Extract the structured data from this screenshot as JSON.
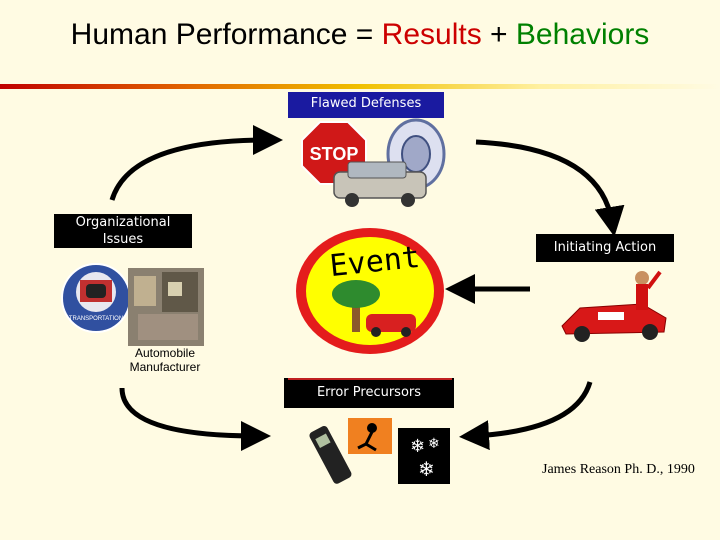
{
  "title": {
    "part1": "Human Performance = ",
    "results": "Results",
    "plus": " + ",
    "behaviors": "Behaviors",
    "colors": {
      "results": "#cc0000",
      "behaviors": "#008000"
    }
  },
  "nodes": {
    "flawed_defenses": "Flawed Defenses",
    "organizational_issues": "Organizational Issues",
    "initiating_action": "Initiating Action",
    "error_precursors": "Error Precursors",
    "event": "Event"
  },
  "org_caption": "Automobile Manufacturer",
  "citation": "James Reason Ph. D., 1990",
  "icons": [
    "stop-sign-icon",
    "tire-icon",
    "suv-icon",
    "transportation-seal-icon",
    "factory-photo-icon",
    "event-tree-car-icon",
    "race-car-driver-icon",
    "cell-phone-icon",
    "running-person-icon",
    "snowflake-icon"
  ]
}
